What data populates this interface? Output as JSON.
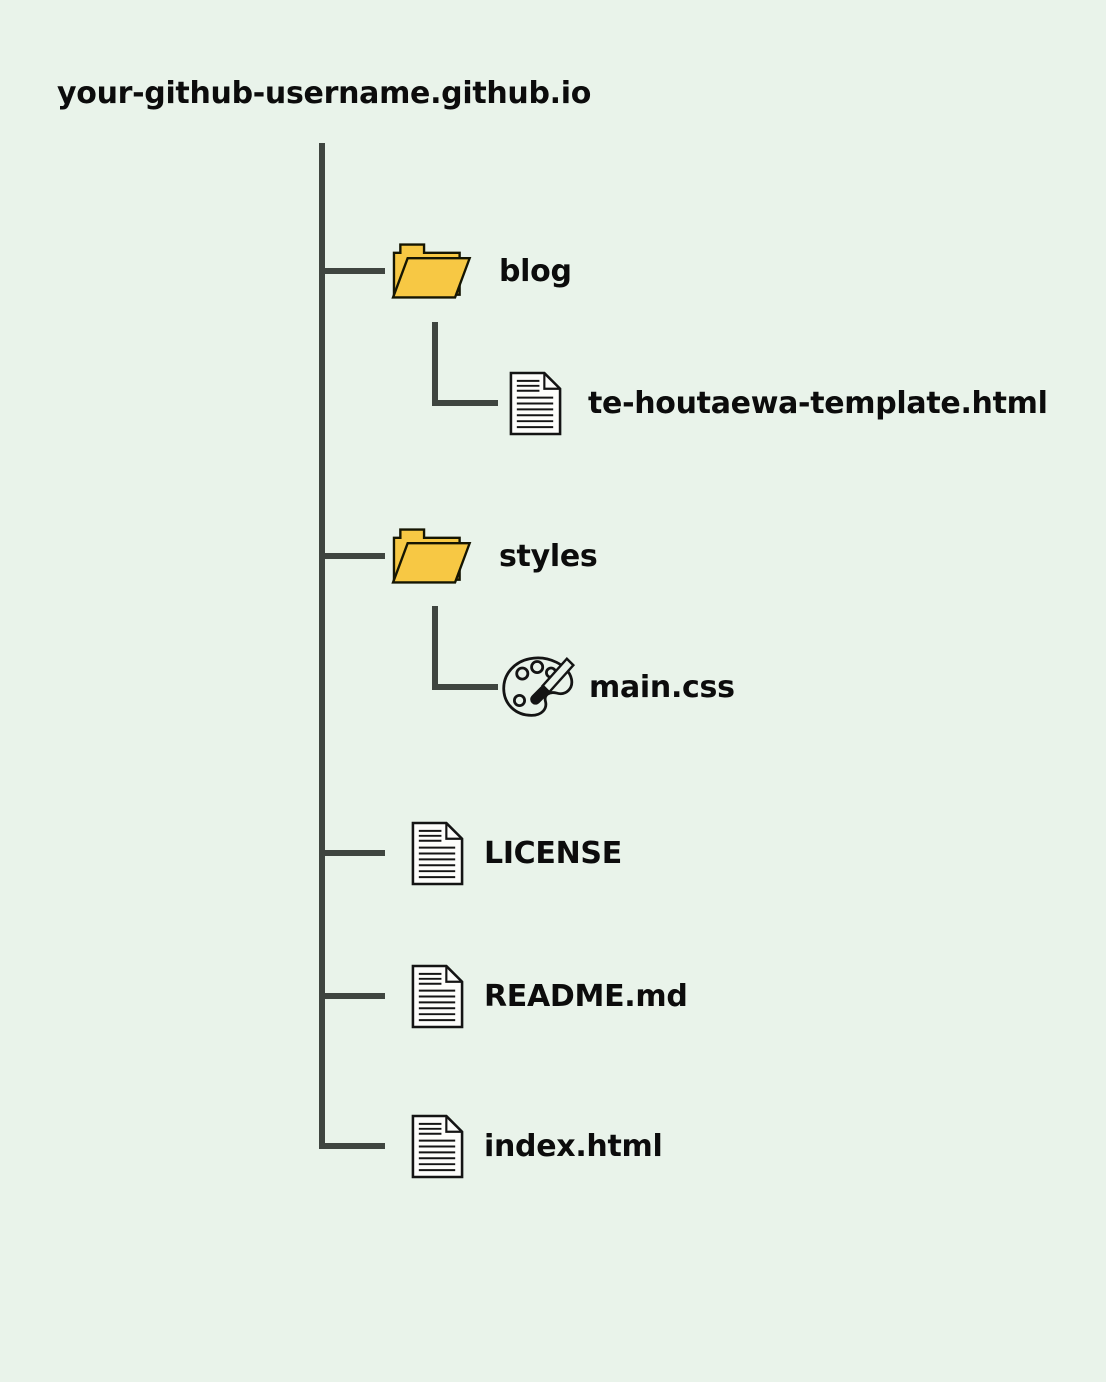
{
  "diagram": {
    "root_label": "your-github-username.github.io",
    "colors": {
      "background": "#E9F3EA",
      "line": "#3F4540",
      "text": "#0C0C0C",
      "folder_fill": "#F7C844"
    },
    "nodes": [
      {
        "id": "blog",
        "label": "blog",
        "icon": "open-folder-icon",
        "level": 1
      },
      {
        "id": "te-houtaewa",
        "label": "te-houtaewa-template.html",
        "icon": "document-icon",
        "level": 2,
        "parent": "blog"
      },
      {
        "id": "styles",
        "label": "styles",
        "icon": "open-folder-icon",
        "level": 1
      },
      {
        "id": "main-css",
        "label": "main.css",
        "icon": "paint-palette-icon",
        "level": 2,
        "parent": "styles"
      },
      {
        "id": "license",
        "label": "LICENSE",
        "icon": "document-icon",
        "level": 1
      },
      {
        "id": "readme",
        "label": "README.md",
        "icon": "document-icon",
        "level": 1
      },
      {
        "id": "index",
        "label": "index.html",
        "icon": "document-icon",
        "level": 1
      }
    ]
  }
}
